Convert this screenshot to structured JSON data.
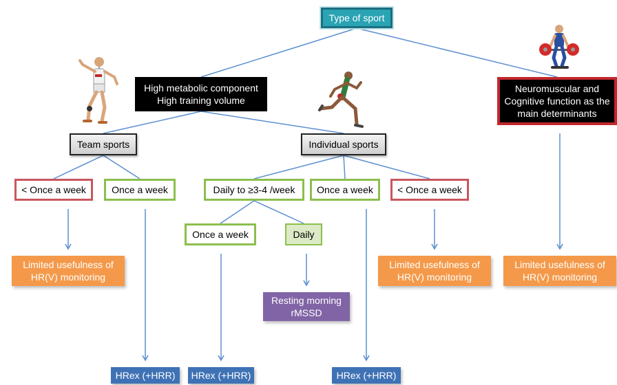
{
  "nodes": {
    "root": "Type of sport",
    "metabolic": "High metabolic component\nHigh training volume",
    "neuromuscular": "Neuromuscular and\nCognitive function as the\nmain determinants",
    "team": "Team sports",
    "individual": "Individual sports",
    "team_less_once": "< Once a week",
    "team_once": "Once a week",
    "ind_daily_3_4": "Daily to ≥3-4 /week",
    "ind_once": "Once a week",
    "ind_less_once": "< Once a week",
    "sub_once": "Once a week",
    "sub_daily": "Daily",
    "limited_1": "Limited usefulness of\nHR(V) monitoring",
    "limited_2": "Limited usefulness of\nHR(V) monitoring",
    "limited_3": "Limited usefulness of\nHR(V) monitoring",
    "resting": "Resting morning\nrMSSD",
    "hrex_1": "HRex (+HRR)",
    "hrex_2": "HRex (+HRR)",
    "hrex_3": "HRex (+HRR)"
  },
  "edges": [
    {
      "from": "root",
      "to": "metabolic"
    },
    {
      "from": "root",
      "to": "neuromuscular"
    },
    {
      "from": "metabolic",
      "to": "team"
    },
    {
      "from": "metabolic",
      "to": "individual"
    },
    {
      "from": "team",
      "to": "team_less_once"
    },
    {
      "from": "team",
      "to": "team_once"
    },
    {
      "from": "individual",
      "to": "ind_daily_3_4"
    },
    {
      "from": "individual",
      "to": "ind_once"
    },
    {
      "from": "individual",
      "to": "ind_less_once"
    },
    {
      "from": "ind_daily_3_4",
      "to": "sub_once"
    },
    {
      "from": "ind_daily_3_4",
      "to": "sub_daily"
    },
    {
      "from": "team_less_once",
      "to": "limited_1"
    },
    {
      "from": "team_once",
      "to": "hrex_1"
    },
    {
      "from": "sub_once",
      "to": "hrex_2"
    },
    {
      "from": "sub_daily",
      "to": "resting"
    },
    {
      "from": "ind_once",
      "to": "hrex_3"
    },
    {
      "from": "ind_less_once",
      "to": "limited_2"
    },
    {
      "from": "neuromuscular",
      "to": "limited_3"
    }
  ],
  "illustrations": [
    "handball-player-icon",
    "sprinter-icon",
    "weightlifter-icon"
  ],
  "colors": {
    "connector": "#5b8fd0",
    "teal": "#2aa3b3",
    "red_border": "#c8565d",
    "green_border": "#8bbf4d",
    "orange": "#f4994a",
    "purple": "#8164a6",
    "blue": "#3f72b5"
  }
}
